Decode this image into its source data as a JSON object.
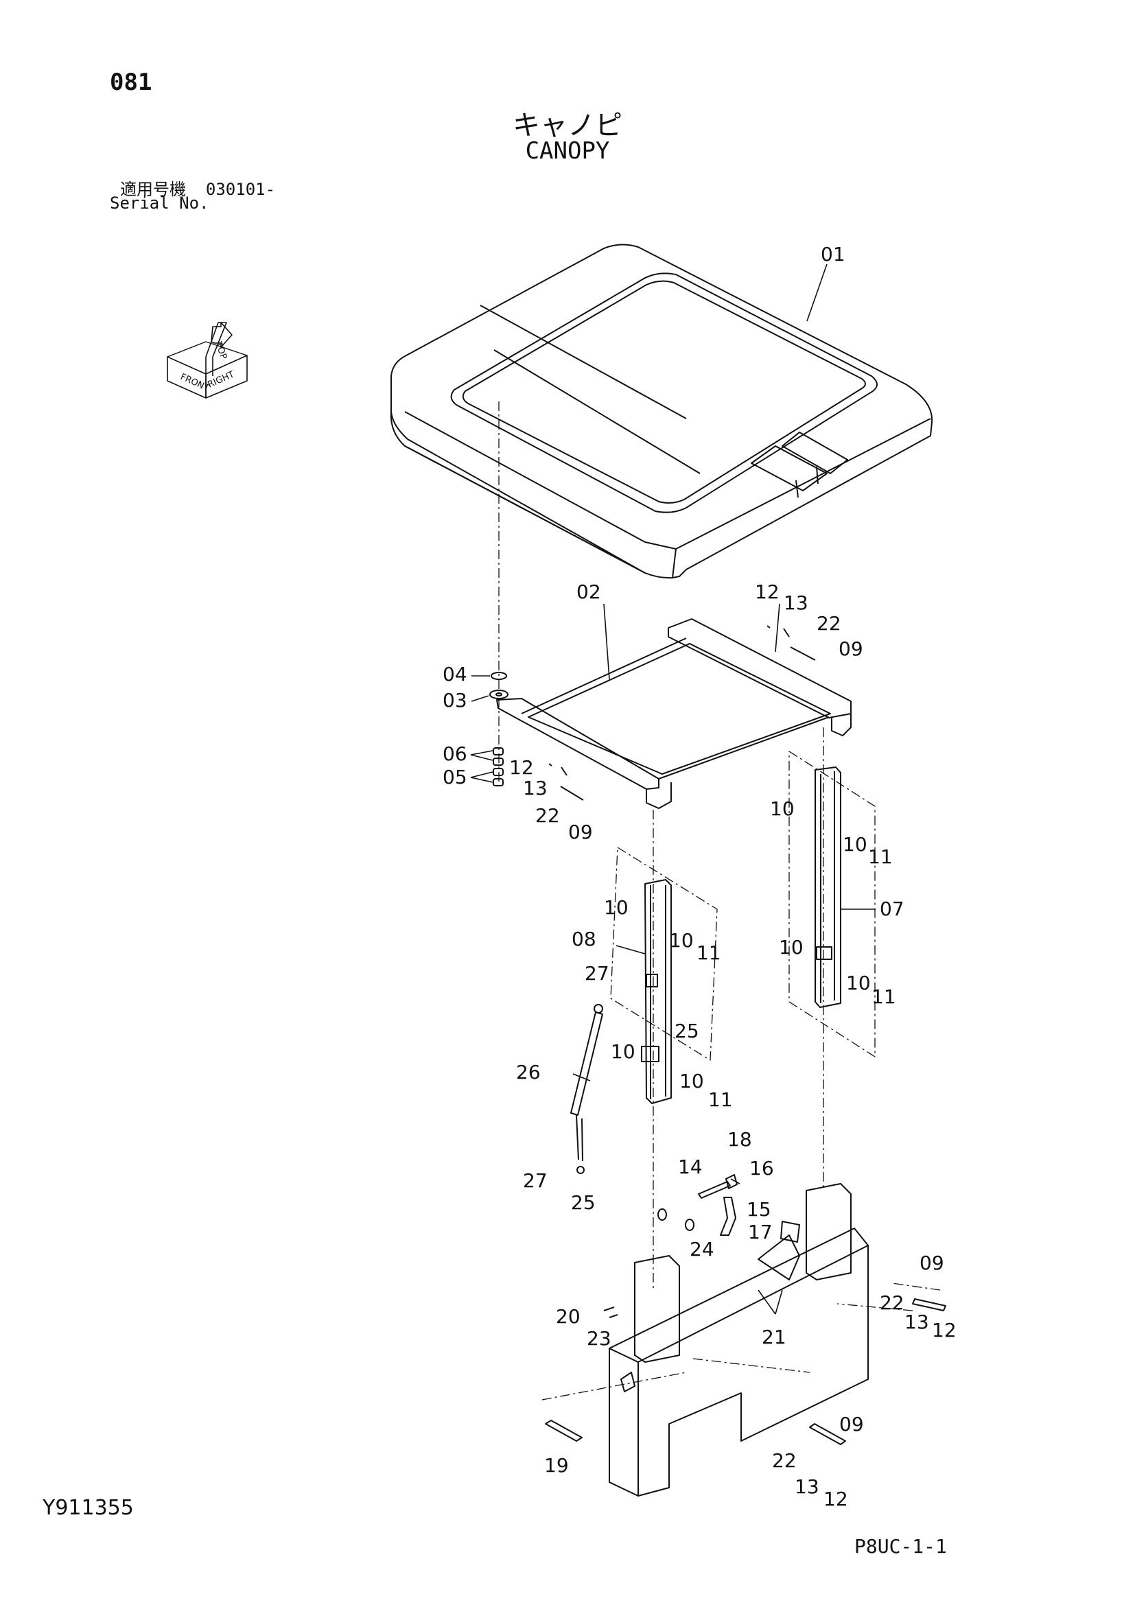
{
  "header": {
    "page_number": "081",
    "title_jp": "キャノピ",
    "title_en": "CANOPY",
    "serial_label_jp": "適用号機",
    "serial_value": "030101-",
    "serial_label_en": "Serial No."
  },
  "orientation": {
    "top": "TOP",
    "front": "FRONT",
    "right": "RIGHT"
  },
  "footer": {
    "drawing_number": "Y911355",
    "sheet_code": "P8UC-1-1"
  },
  "callouts": [
    "01",
    "02",
    "03",
    "04",
    "05",
    "06",
    "07",
    "08",
    "09",
    "10",
    "11",
    "12",
    "13",
    "14",
    "15",
    "16",
    "17",
    "18",
    "19",
    "20",
    "21",
    "22",
    "23",
    "24",
    "25",
    "26",
    "27"
  ]
}
